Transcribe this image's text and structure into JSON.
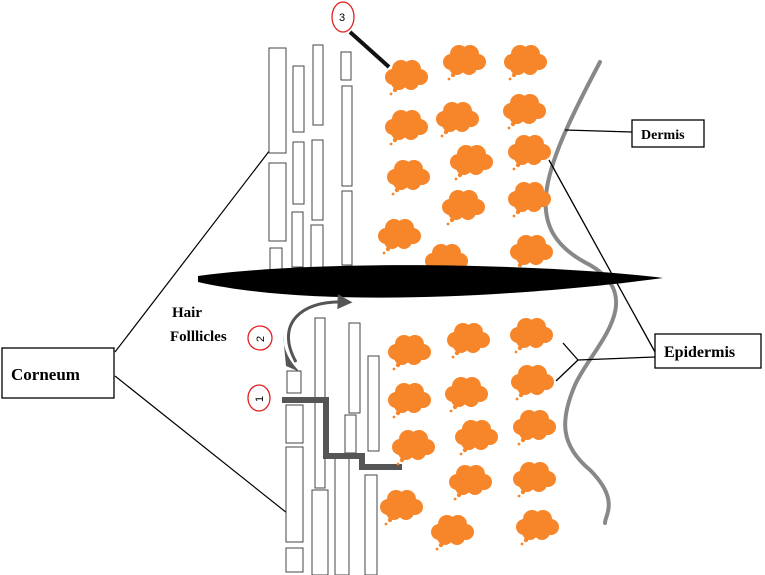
{
  "labels": {
    "corneum": "Corneum",
    "dermis": "Dermis",
    "epidermis": "Epidermis",
    "hair_line1": "Hair",
    "hair_line2": "Folllicles"
  },
  "markers": [
    "1",
    "2",
    "3"
  ],
  "colors": {
    "cell": "#F7862A",
    "wave": "#888888",
    "hair": "#000000",
    "path": "#555555",
    "marker_ring": "#E02020"
  }
}
